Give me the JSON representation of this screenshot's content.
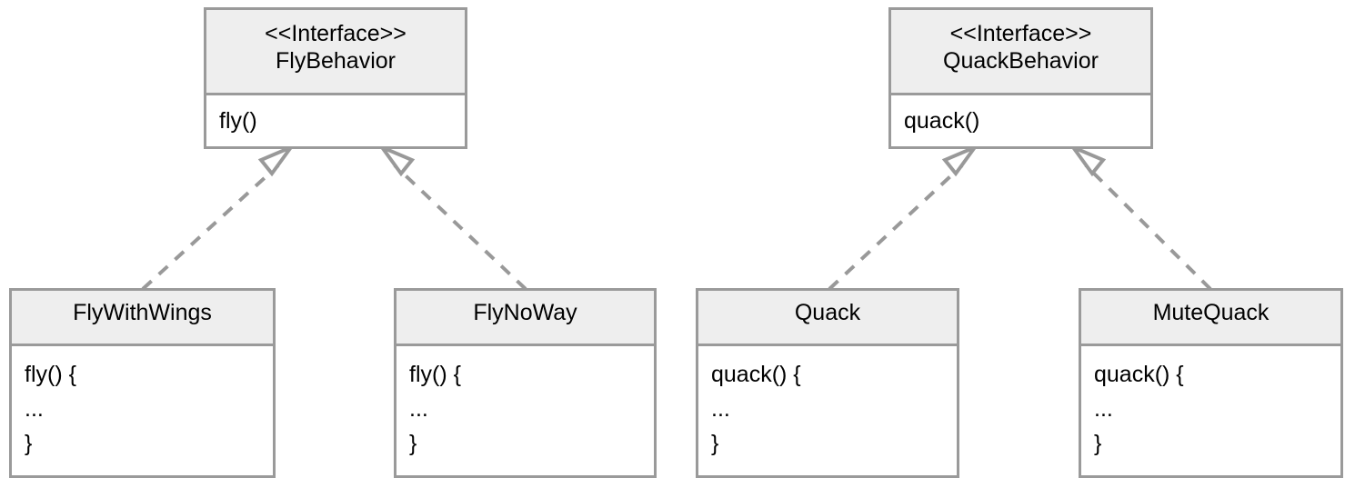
{
  "diagram": {
    "type": "uml-class-diagram",
    "title": "",
    "colors": {
      "border": "#9a9a9a",
      "header_fill": "#eeeeee",
      "body_fill": "#ffffff",
      "text": "#000000",
      "connector": "#999999",
      "canvas": "#ffffff"
    },
    "relationship_style": {
      "line": "dashed",
      "arrowhead": "hollow-triangle",
      "meaning": "realization"
    }
  },
  "interfaces": [
    {
      "id": "fly-behavior",
      "stereotype": "<<Interface>>",
      "name": "FlyBehavior",
      "header_text": "<<Interface>>\nFlyBehavior",
      "methods": "fly()"
    },
    {
      "id": "quack-behavior",
      "stereotype": "<<Interface>>",
      "name": "QuackBehavior",
      "header_text": "<<Interface>>\nQuackBehavior",
      "methods": "quack()"
    }
  ],
  "classes": [
    {
      "id": "fly-with-wings",
      "name": "FlyWithWings",
      "body": "fly() {\n  ...\n}",
      "implements": "FlyBehavior"
    },
    {
      "id": "fly-no-way",
      "name": "FlyNoWay",
      "body": "fly() {\n  ...\n}",
      "implements": "FlyBehavior"
    },
    {
      "id": "quack",
      "name": "Quack",
      "body": "quack() {\n  ...\n}",
      "implements": "QuackBehavior"
    },
    {
      "id": "mute-quack",
      "name": "MuteQuack",
      "body": "quack() {\n  ...\n}",
      "implements": "QuackBehavior"
    }
  ]
}
